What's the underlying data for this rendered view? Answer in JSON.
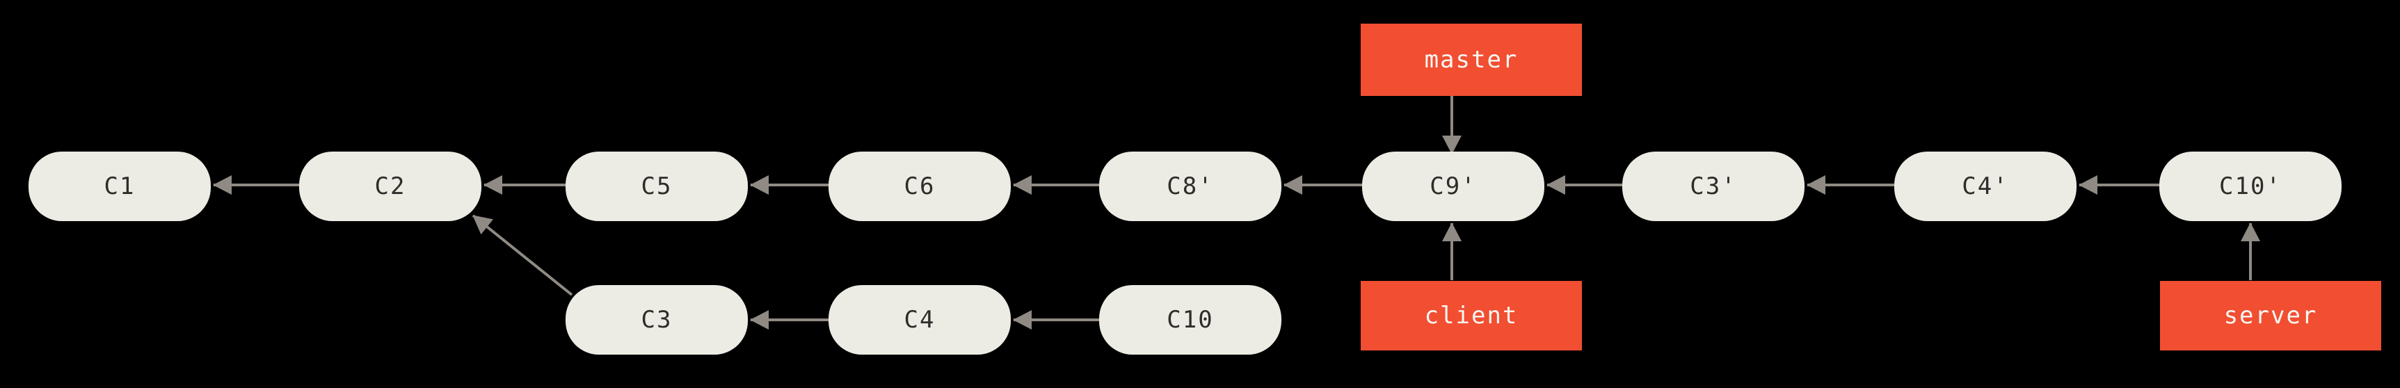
{
  "diagram": {
    "kind": "git-commit-graph",
    "colors": {
      "background": "#000000",
      "commit_fill": "#EDECE4",
      "commit_text": "#2D2D2B",
      "branch_fill": "#F14E32",
      "branch_text": "#F7F6F2",
      "arrow": "#8F8A83"
    },
    "commits": {
      "c1": {
        "label": "C1"
      },
      "c2": {
        "label": "C2"
      },
      "c5": {
        "label": "C5"
      },
      "c6": {
        "label": "C6"
      },
      "c8p": {
        "label": "C8'"
      },
      "c9p": {
        "label": "C9'"
      },
      "c3p": {
        "label": "C3'"
      },
      "c4p": {
        "label": "C4'"
      },
      "c10p": {
        "label": "C10'"
      },
      "c3": {
        "label": "C3"
      },
      "c4": {
        "label": "C4"
      },
      "c10": {
        "label": "C10"
      }
    },
    "branches": {
      "master": {
        "label": "master"
      },
      "client": {
        "label": "client"
      },
      "server": {
        "label": "server"
      }
    },
    "edges": [
      {
        "from": "C2",
        "to": "C1"
      },
      {
        "from": "C5",
        "to": "C2"
      },
      {
        "from": "C6",
        "to": "C5"
      },
      {
        "from": "C8'",
        "to": "C6"
      },
      {
        "from": "C9'",
        "to": "C8'"
      },
      {
        "from": "C3'",
        "to": "C9'"
      },
      {
        "from": "C4'",
        "to": "C3'"
      },
      {
        "from": "C10'",
        "to": "C4'"
      },
      {
        "from": "C3",
        "to": "C2"
      },
      {
        "from": "C4",
        "to": "C3"
      },
      {
        "from": "C10",
        "to": "C4"
      },
      {
        "from": "master",
        "to": "C9'"
      },
      {
        "from": "client",
        "to": "C9'"
      },
      {
        "from": "server",
        "to": "C10'"
      }
    ]
  }
}
